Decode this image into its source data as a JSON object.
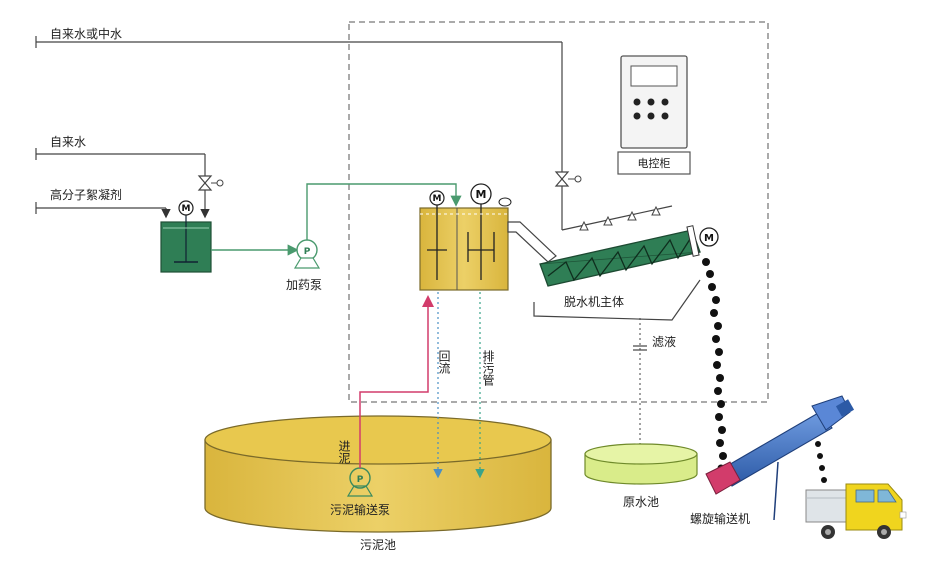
{
  "labels": {
    "tap_water_or_reclaimed": "自来水或中水",
    "tap_water": "自来水",
    "flocculant": "高分子絮凝剂",
    "dosing_pump": "加药泵",
    "dewatering_main": "脱水机主体",
    "control_cabinet": "电控柜",
    "filtrate": "滤液",
    "return_flow": "回流",
    "discharge_pipe": "排污管",
    "sludge_inlet": "进泥",
    "sludge_pump": "污泥输送泵",
    "sludge_tank": "污泥池",
    "raw_water_tank": "原水池",
    "screw_conveyor": "螺旋输送机",
    "motor_symbol": "M",
    "pump_symbol": "P"
  },
  "colors": {
    "pipe": "#444444",
    "dose_line": "#4a9a6e",
    "sludge_line": "#d23c6b",
    "return_line": "#4a8fc4",
    "tank_green": "#2f7e55",
    "mud_fill": "#e3c24a",
    "mud_fill_dark": "#c9a434",
    "raw_water": "#d9ec8a",
    "dewater_green": "#2f7e55",
    "conveyor_blue": "#3b6fc0",
    "truck_yellow": "#f0d51e",
    "truck_box": "#dfe4e8"
  }
}
